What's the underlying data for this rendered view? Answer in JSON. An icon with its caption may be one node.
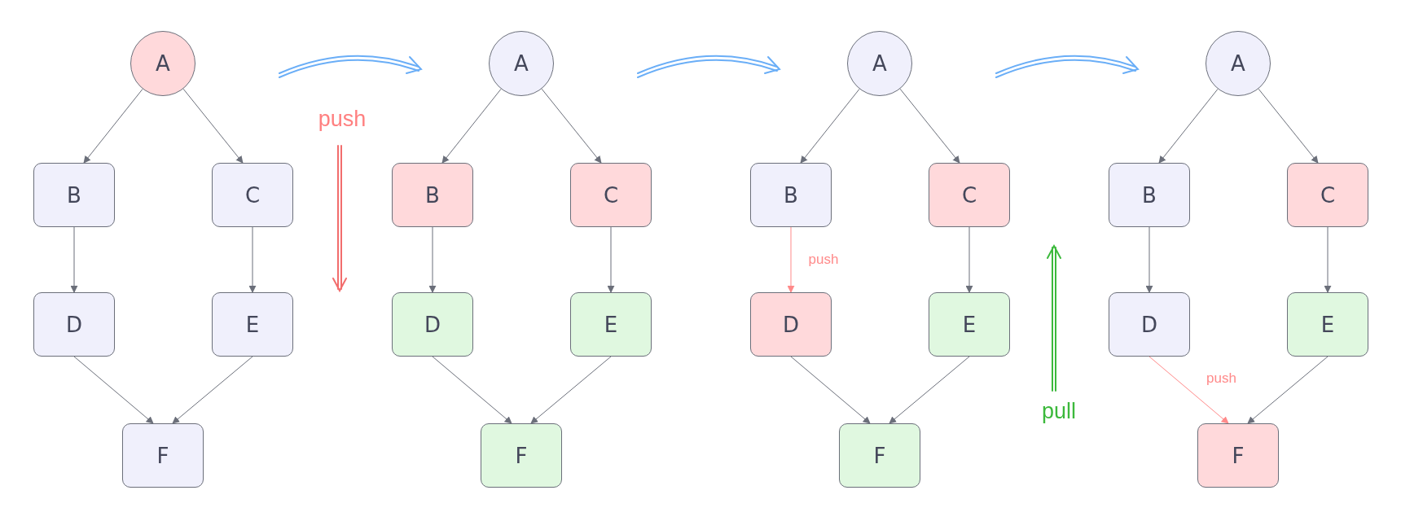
{
  "diagram": {
    "nodes": [
      {
        "text": [
          "A"
        ]
      },
      {
        "text": [
          "B"
        ]
      },
      {
        "text": [
          "C"
        ]
      },
      {
        "text": [
          "D"
        ]
      },
      {
        "text": [
          "E"
        ]
      },
      {
        "text": [
          "F"
        ]
      },
      {
        "text": [
          "A"
        ]
      },
      {
        "text": [
          "B"
        ]
      },
      {
        "text": [
          "C"
        ]
      },
      {
        "text": [
          "D"
        ]
      },
      {
        "text": [
          "E"
        ]
      },
      {
        "text": [
          "F"
        ]
      },
      {
        "text": [
          "A"
        ]
      },
      {
        "text": [
          "B"
        ]
      },
      {
        "text": [
          "C"
        ]
      },
      {
        "text": [
          "D"
        ]
      },
      {
        "text": [
          "E"
        ]
      },
      {
        "text": [
          "F"
        ]
      },
      {
        "text": [
          "A"
        ]
      },
      {
        "text": [
          "B"
        ]
      },
      {
        "text": [
          "C"
        ]
      },
      {
        "text": [
          "D"
        ]
      },
      {
        "text": [
          "E"
        ]
      },
      {
        "text": [
          "F"
        ]
      }
    ],
    "edges": [
      {
        "from": 0,
        "to": 1,
        "arrow": "to"
      },
      {
        "from": 0,
        "to": 2,
        "arrow": "to"
      },
      {
        "from": 1,
        "to": 3,
        "arrow": "to"
      },
      {
        "from": 2,
        "to": 4,
        "arrow": "to"
      },
      {
        "from": 3,
        "to": 5,
        "arrow": "to"
      },
      {
        "from": 4,
        "to": 5,
        "arrow": "to"
      },
      {
        "from": 6,
        "to": 7,
        "arrow": "to"
      },
      {
        "from": 6,
        "to": 8,
        "arrow": "to"
      },
      {
        "from": 7,
        "to": 9,
        "arrow": "to"
      },
      {
        "from": 8,
        "to": 10,
        "arrow": "to"
      },
      {
        "from": 9,
        "to": 11,
        "arrow": "to"
      },
      {
        "from": 10,
        "to": 11,
        "arrow": "to"
      },
      {
        "from": 12,
        "to": 13,
        "arrow": "to"
      },
      {
        "from": 12,
        "to": 14,
        "arrow": "to"
      },
      {
        "from": 13,
        "to": 15,
        "arrow": "to",
        "label": "push",
        "color": "#ff8a8a"
      },
      {
        "from": 14,
        "to": 16,
        "arrow": "to"
      },
      {
        "from": 15,
        "to": 17,
        "arrow": "to"
      },
      {
        "from": 16,
        "to": 17,
        "arrow": "to"
      },
      {
        "from": 18,
        "to": 19,
        "arrow": "to"
      },
      {
        "from": 18,
        "to": 20,
        "arrow": "to"
      },
      {
        "from": 19,
        "to": 21,
        "arrow": "to"
      },
      {
        "from": 20,
        "to": 22,
        "arrow": "to"
      },
      {
        "from": 21,
        "to": 23,
        "arrow": "to",
        "label": "push",
        "color": "#ff8a8a"
      },
      {
        "from": 22,
        "to": 23,
        "arrow": "to"
      }
    ],
    "labels": [
      "push",
      "pull"
    ]
  }
}
